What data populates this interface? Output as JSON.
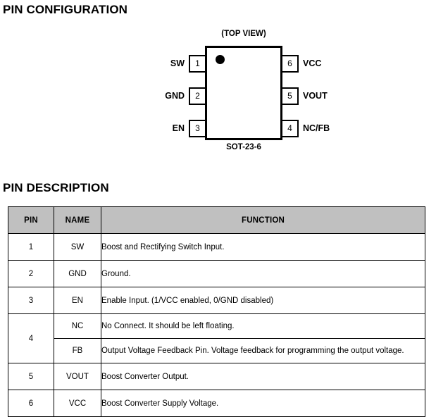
{
  "sections": {
    "pin_configuration_heading": "PIN CONFIGURATION",
    "pin_description_heading": "PIN DESCRIPTION"
  },
  "diagram": {
    "view_label": "(TOP VIEW)",
    "package_name": "SOT-23-6",
    "orientation_marker": "pin1-dot",
    "left_pins": [
      {
        "number": "1",
        "name": "SW"
      },
      {
        "number": "2",
        "name": "GND"
      },
      {
        "number": "3",
        "name": "EN"
      }
    ],
    "right_pins": [
      {
        "number": "6",
        "name": "VCC"
      },
      {
        "number": "5",
        "name": "VOUT"
      },
      {
        "number": "4",
        "name": "NC/FB"
      }
    ]
  },
  "table": {
    "headers": [
      "PIN",
      "NAME",
      "FUNCTION"
    ],
    "header_background": "#C0C0C0",
    "rows": [
      {
        "pin": "1",
        "name": "SW",
        "function": "Boost and Rectifying Switch Input."
      },
      {
        "pin": "2",
        "name": "GND",
        "function": "Ground."
      },
      {
        "pin": "3",
        "name": "EN",
        "function": "Enable Input. (1/VCC enabled, 0/GND disabled)"
      },
      {
        "pin": "4",
        "name": "NC",
        "function": "No Connect. It should be left floating."
      },
      {
        "pin": "",
        "name": "FB",
        "function": "Output Voltage Feedback Pin. Voltage feedback for programming the output voltage."
      },
      {
        "pin": "5",
        "name": "VOUT",
        "function": "Boost Converter Output."
      },
      {
        "pin": "6",
        "name": "VCC",
        "function": "Boost Converter Supply Voltage."
      }
    ]
  }
}
